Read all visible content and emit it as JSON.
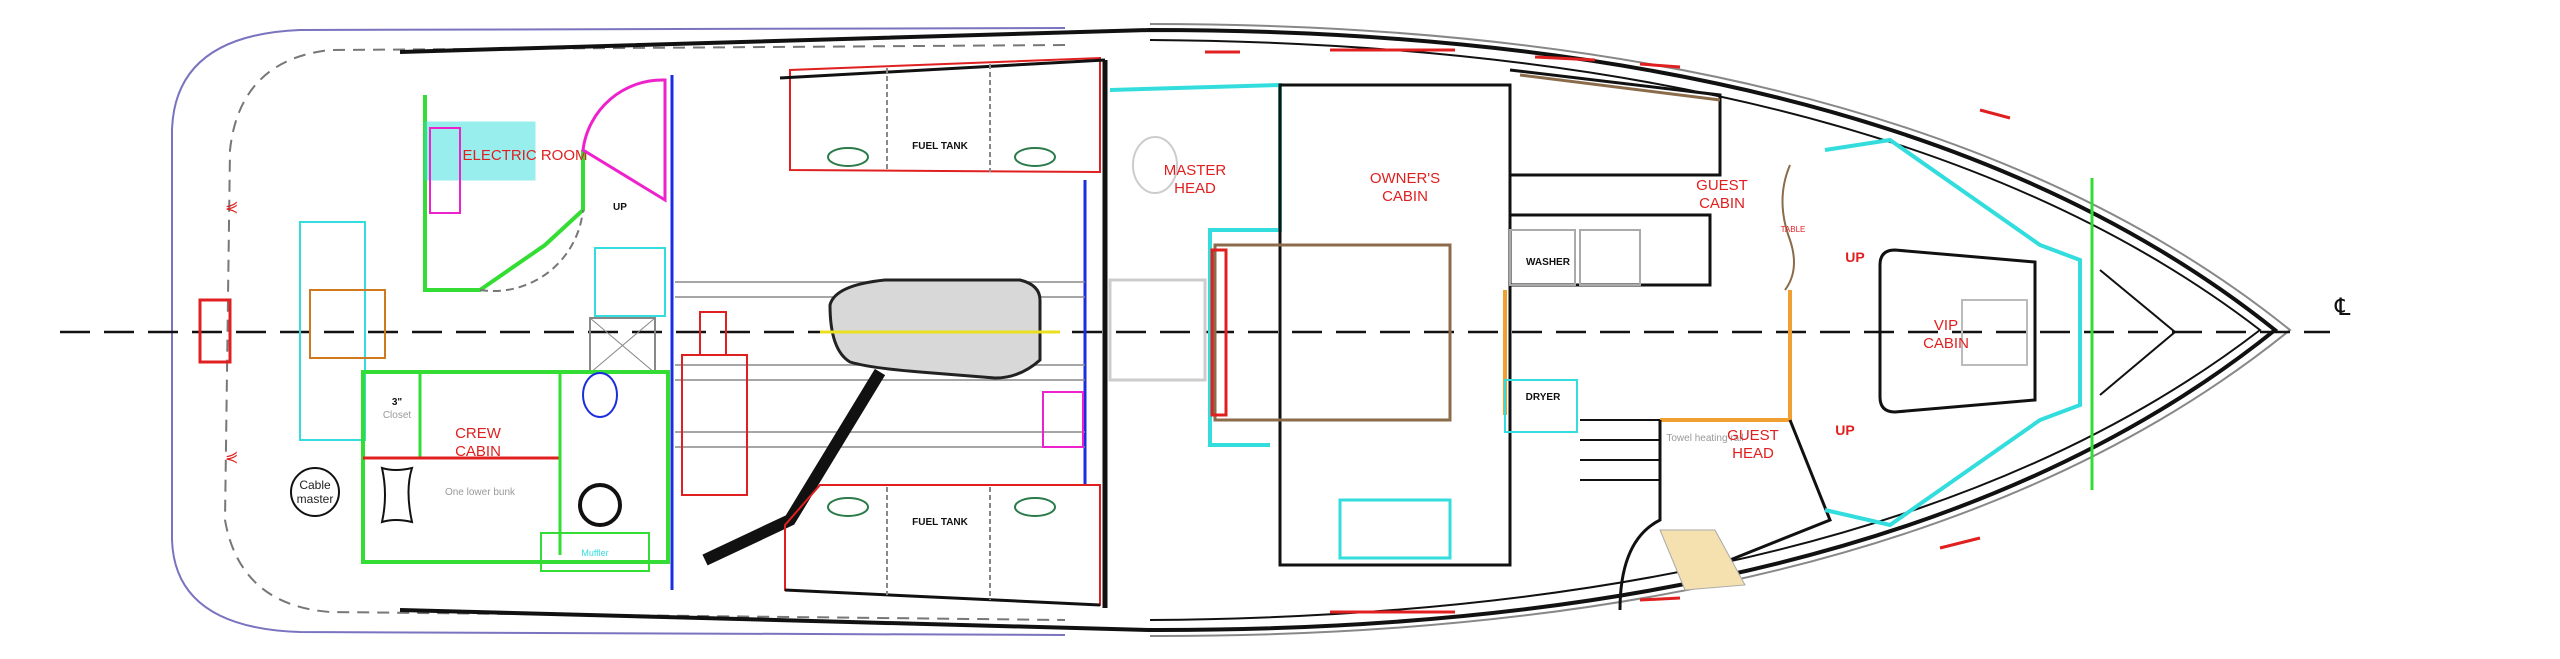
{
  "rooms": {
    "electric_room": "ELECTRIC ROOM",
    "crew_cabin_1": "CREW",
    "crew_cabin_2": "CABIN",
    "master_head_1": "MASTER",
    "master_head_2": "HEAD",
    "owners_cabin_1": "OWNER'S",
    "owners_cabin_2": "CABIN",
    "guest_cabin_1": "GUEST",
    "guest_cabin_2": "CABIN",
    "guest_head_1": "GUEST",
    "guest_head_2": "HEAD",
    "vip_cabin_1": "VIP",
    "vip_cabin_2": "CABIN"
  },
  "fixtures": {
    "fuel_tank_port": "FUEL TANK",
    "fuel_tank_starboard": "FUEL TANK",
    "closet": "Closet",
    "closet_dim": "3\"",
    "bunk": "One lower bunk",
    "cable_master_1": "Cable",
    "cable_master_2": "master",
    "muffler": "Muffler",
    "table": "TABLE",
    "washer": "WASHER",
    "dryer": "DRYER",
    "towel_rail": "Towel heating rail",
    "stair_up": "UP",
    "vip_up_top": "UP",
    "vip_up_bottom": "UP",
    "centerline": "℄"
  },
  "colors": {
    "hull": "#111111",
    "platform": "#7a74c0",
    "wall_green": "#33dd33",
    "wall_cyan": "#33dddd",
    "label_red": "#e02020",
    "stair_magenta": "#ee22cc",
    "wood": "#8b6b4a",
    "door_orange": "#f0a030",
    "bulkhead_blue": "#1a2ee0"
  }
}
